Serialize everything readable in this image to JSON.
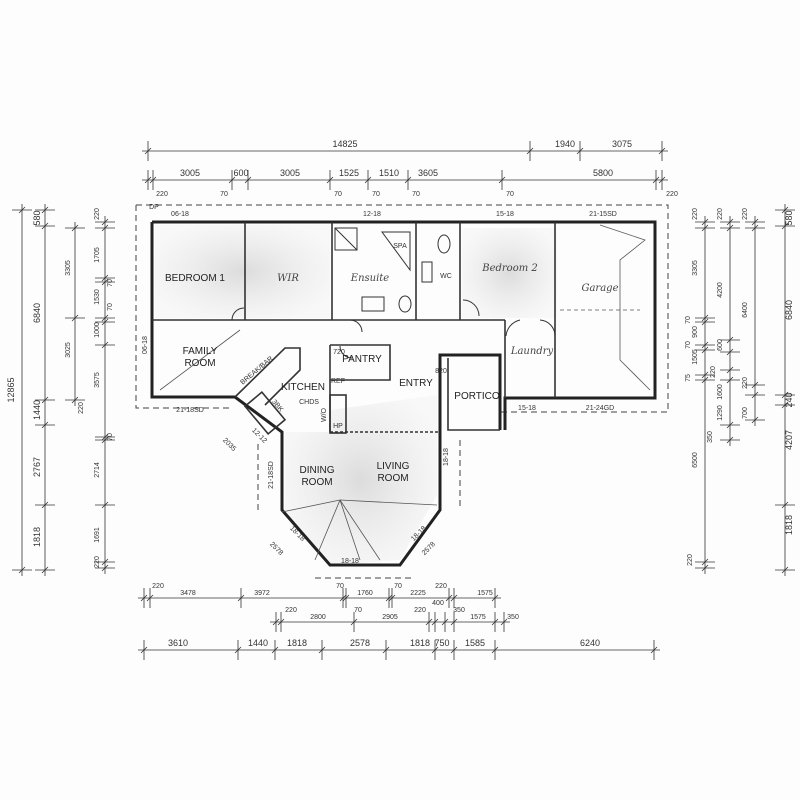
{
  "dims": {
    "top_overall": [
      "14825",
      "1940",
      "3075"
    ],
    "top_detail": [
      "3005",
      "600",
      "3005",
      "1525",
      "1510",
      "3605",
      "5800"
    ],
    "top_small": [
      "220",
      "70",
      "70",
      "70",
      "70",
      "70",
      "220"
    ],
    "left_overall": [
      "12865"
    ],
    "left_1": [
      "580",
      "6840",
      "1440",
      "2767",
      "1818"
    ],
    "left_2": [
      "3305",
      "3025",
      "220"
    ],
    "left_3": [
      "220",
      "1705",
      "70",
      "1530",
      "70",
      "1000",
      "3575",
      "70",
      "2714",
      "1691",
      "220"
    ],
    "right_1": [
      "220",
      "3305",
      "70",
      "900",
      "70",
      "1505",
      "75",
      "6500",
      "220"
    ],
    "right_2": [
      "220",
      "4200",
      "600",
      "220",
      "1600",
      "1290",
      "350"
    ],
    "right_3": [
      "220",
      "6400",
      "220",
      "700"
    ],
    "right_4": [
      "580",
      "6840",
      "240",
      "4207",
      "1818"
    ],
    "bottom_1": [
      "220",
      "3478",
      "3972",
      "70",
      "1760",
      "70",
      "2225",
      "220",
      "1575"
    ],
    "bottom_2": [
      "220",
      "2800",
      "70",
      "2905",
      "220",
      "400",
      "350",
      "1575",
      "350"
    ],
    "bottom_3": [
      "3610",
      "1440",
      "1818",
      "2578",
      "1818",
      "750",
      "1585",
      "6240"
    ]
  },
  "rooms": {
    "bedroom1": "BEDROOM 1",
    "wir": "WIR",
    "ensuite": "Ensuite",
    "wc": "WC",
    "bedroom2": "Bedroom 2",
    "garage": "Garage",
    "laundry": "Laundry",
    "family": [
      "FAMILY",
      "ROOM"
    ],
    "kitchen": "KITCHEN",
    "pantry": "PANTRY",
    "entry": "ENTRY",
    "portico": "PORTICO",
    "dining": [
      "DINING",
      "ROOM"
    ],
    "living": [
      "LIVING",
      "ROOM"
    ]
  },
  "fixtures": {
    "break_bar": "BREAK/BAR",
    "chds": "CHDS",
    "ref": "REF",
    "hp": "HP",
    "wo": "W/O",
    "sink": "3BK",
    "door_720": "720",
    "door_820": "820",
    "spa": "SPA",
    "dp": "DP"
  },
  "windows": [
    "06-18",
    "12-18",
    "15-18",
    "21-15SD",
    "06-18",
    "21-18SD",
    "12-12",
    "2035",
    "21-18SD",
    "18-18",
    "18-18",
    "18-18",
    "18-18",
    "2578",
    "2578",
    "15-18",
    "21-24GD"
  ]
}
